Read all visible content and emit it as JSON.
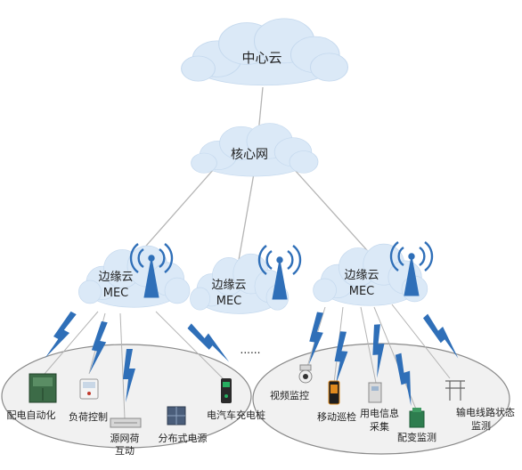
{
  "nodes": {
    "center_cloud": "中心云",
    "core_network": "核心网",
    "edge_left": [
      "边缘云",
      "MEC"
    ],
    "edge_middle": [
      "边缘云",
      "MEC"
    ],
    "edge_right": [
      "边缘云",
      "MEC"
    ]
  },
  "ellipsis": "......",
  "left_devices": [
    {
      "label": [
        "配电自动化"
      ],
      "icon": "distribution-automation-cabinet-icon"
    },
    {
      "label": [
        "负荷控制"
      ],
      "icon": "load-control-terminal-icon"
    },
    {
      "label": [
        "源网荷",
        "互动"
      ],
      "icon": "source-grid-load-device-icon"
    },
    {
      "label": [
        "分布式电源"
      ],
      "icon": "solar-panel-icon"
    },
    {
      "label": [
        "电汽车充电桩"
      ],
      "icon": "ev-charger-icon"
    }
  ],
  "right_devices": [
    {
      "label": [
        "视频监控"
      ],
      "icon": "video-camera-icon"
    },
    {
      "label": [
        "移动巡检"
      ],
      "icon": "mobile-inspection-terminal-icon"
    },
    {
      "label": [
        "用电信息",
        "采集"
      ],
      "icon": "meter-collector-icon"
    },
    {
      "label": [
        "配变监测"
      ],
      "icon": "transformer-icon"
    },
    {
      "label": [
        "输电线路状态",
        "监测"
      ],
      "icon": "transmission-tower-icon"
    }
  ],
  "colors": {
    "cloud_fill": "#dbe9f7",
    "cloud_stroke": "#c5d9ee",
    "link_line": "#b4b4b4",
    "wireless_bolt": "#2f6fb8",
    "antenna": "#2f6fb8",
    "group_fill": "#f1f1f1",
    "group_stroke": "#8a8a8a"
  }
}
